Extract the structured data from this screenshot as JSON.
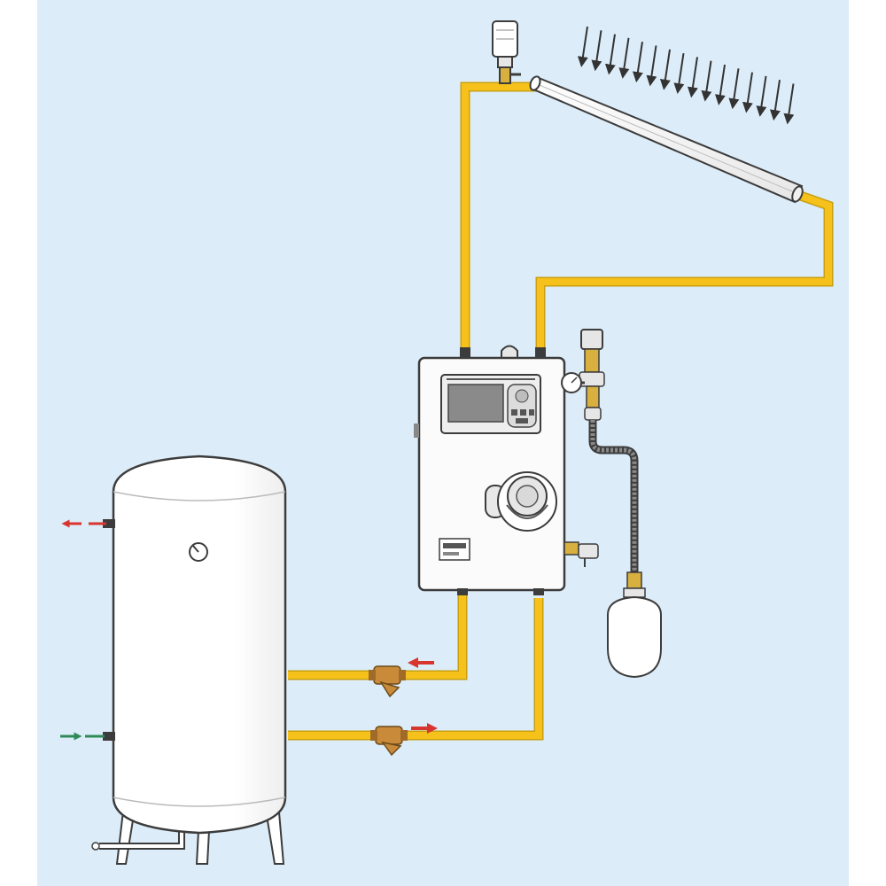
{
  "diagram": {
    "type": "solar thermal water heating system",
    "colors": {
      "background": "#dcecf8",
      "pipe": "#f5c11a",
      "pipe_edge": "#caa010",
      "hot_arrow": "#d8352f",
      "cold_arrow": "#2e8b57",
      "outline": "#3c3c3c",
      "valve": "#c98a3a"
    },
    "components": [
      {
        "name": "solar-collector",
        "icon": "collector-tube"
      },
      {
        "name": "sun-rays",
        "icon": "arrows-down"
      },
      {
        "name": "air-vent-valve",
        "icon": "air-vent"
      },
      {
        "name": "pump-station",
        "icon": "control-box"
      },
      {
        "name": "controller-display",
        "icon": "lcd-screen"
      },
      {
        "name": "pressure-gauge",
        "icon": "gauge"
      },
      {
        "name": "safety-valve",
        "icon": "valve"
      },
      {
        "name": "expansion-vessel",
        "icon": "vessel"
      },
      {
        "name": "storage-tank",
        "icon": "tank"
      },
      {
        "name": "strainer-valve",
        "icon": "y-strainer"
      }
    ],
    "flows": [
      {
        "name": "hot-water-outlet",
        "direction": "out",
        "color": "red"
      },
      {
        "name": "cold-water-inlet",
        "direction": "in",
        "color": "green"
      },
      {
        "name": "return-to-station",
        "direction": "left",
        "color": "red"
      },
      {
        "name": "flow-to-tank",
        "direction": "right",
        "color": "red"
      }
    ]
  }
}
